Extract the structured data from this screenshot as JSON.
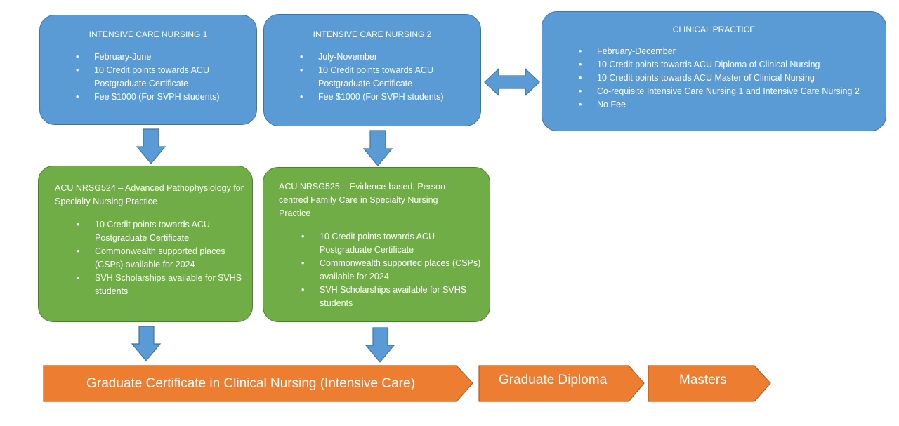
{
  "colors": {
    "blue": "#5b9bd5",
    "green": "#70ad47",
    "orange": "#ed7d31",
    "text": "#ffffff"
  },
  "icons": {
    "bullet": "•",
    "down_arrow": "down-arrow-icon",
    "double_arrow": "double-arrow-icon",
    "chevron": "chevron-arrow-shape"
  },
  "intensive_care_1": {
    "title": "INTENSIVE CARE NURSING 1",
    "items": [
      "February-June",
      "10 Credit points towards ACU Postgraduate Certificate",
      "Fee $1000 (For SVPH students)"
    ]
  },
  "intensive_care_2": {
    "title": "INTENSIVE CARE NURSING 2",
    "items": [
      "July-November",
      "10 Credit points towards ACU Postgraduate Certificate",
      "Fee $1000 (For SVPH students)"
    ]
  },
  "clinical_practice": {
    "title": "CLINICAL PRACTICE",
    "items": [
      "February-December",
      "10 Credit points towards ACU Diploma of Clinical Nursing",
      "10 Credit points towards ACU Master of Clinical Nursing",
      "Co-requisite Intensive Care Nursing 1 and Intensive Care Nursing 2",
      "No Fee"
    ]
  },
  "nrsg524": {
    "title": "ACU NRSG524 – Advanced Pathophysiology for Specialty Nursing Practice",
    "items": [
      "10 Credit points towards ACU Postgraduate Certificate",
      "Commonwealth supported places (CSPs) available for 2024",
      "SVH Scholarships available for SVHS students"
    ]
  },
  "nrsg525": {
    "title": "ACU NRSG525 – Evidence-based, Person-centred Family Care in Specialty Nursing Practice",
    "items": [
      "10 Credit points towards ACU Postgraduate Certificate",
      "Commonwealth supported places (CSPs) available for 2024",
      "SVH Scholarships available for SVHS students"
    ]
  },
  "pathway": {
    "graduate_certificate": "Graduate Certificate in Clinical Nursing (Intensive Care)",
    "graduate_diploma": "Graduate Diploma",
    "masters": "Masters"
  }
}
